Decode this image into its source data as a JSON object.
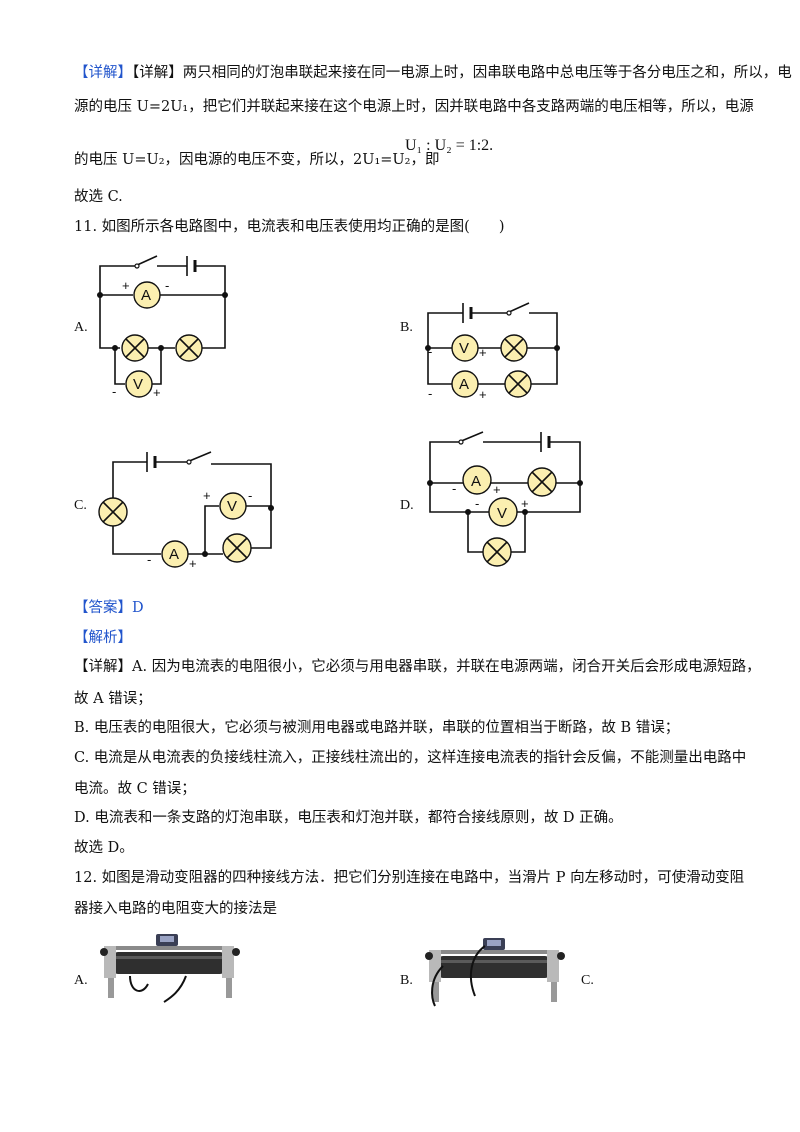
{
  "prev_explanation": {
    "line1": "【详解】两只相同的灯泡串联起来接在同一电源上时，因串联电路中总电压等于各分电压之和，所以，电",
    "line2": "源的电压 U=2U₁，把它们并联起来接在这个电源上时，因并联电路中各支路两端的电压相等，所以，电源",
    "line3": "的电压 U=U₂，因电源的电压不变，所以，2U₁=U₂，即",
    "equation": "U₁ : U₂ = 1:2.",
    "choice": "故选 C."
  },
  "q11": {
    "stem": "11. 如图所示各电路图中，电流表和电压表使用均正确的是图(　　)",
    "options": [
      "A.",
      "B.",
      "C.",
      "D."
    ],
    "meter_a": "A",
    "meter_v": "V",
    "plus": "+",
    "minus": "-",
    "answer_tag": "【答案】D",
    "analysis_tag": "【解析】",
    "detail_a1": "【详解】A. 因为电流表的电阻很小，它必须与用电器串联，并联在电源两端，闭合开关后会形成电源短路，",
    "detail_a2": "故 A 错误；",
    "detail_b": "B. 电压表的电阻很大，它必须与被测用电器或电路并联，串联的位置相当于断路，故 B 错误；",
    "detail_c1": "C. 电流是从电流表的负接线柱流入，正接线柱流出的，这样连接电流表的指针会反偏，不能测量出电路中",
    "detail_c2": "电流。故 C 错误；",
    "detail_d": "D. 电流表和一条支路的灯泡串联，电压表和灯泡并联，都符合接线原则，故 D 正确。",
    "choice": "故选 D。"
  },
  "q12": {
    "stem1": "12. 如图是滑动变阻器的四种接线方法．把它们分别连接在电路中，当滑片 P 向左移动时，可使滑动变阻",
    "stem2": "器接入电路的电阻变大的接法是",
    "options": [
      "A.",
      "B.",
      "C."
    ]
  }
}
